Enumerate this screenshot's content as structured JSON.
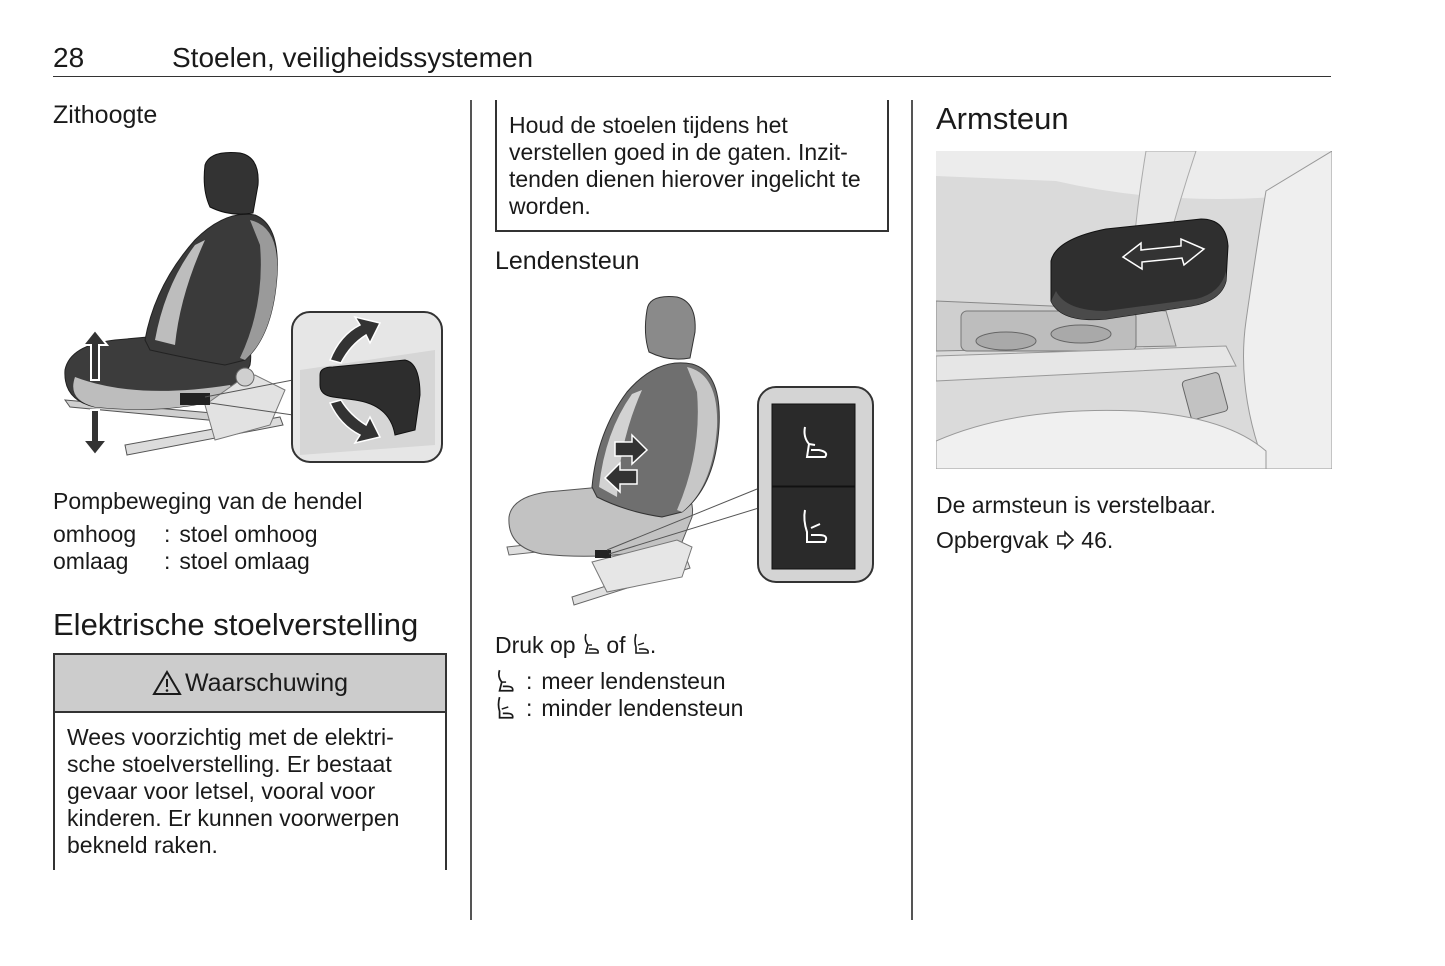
{
  "header": {
    "page_number": "28",
    "chapter_title": "Stoelen, veiligheidssystemen"
  },
  "column1": {
    "section_heading": "Zithoogte",
    "figure_alt": "Seat height adjustment lever with up/down arrows",
    "caption": "Pompbeweging van de hendel",
    "actions": [
      {
        "key": "omhoog",
        "sep": ":",
        "value": "stoel omhoog"
      },
      {
        "key": "omlaag",
        "sep": ":",
        "value": "stoel omlaag"
      }
    ],
    "subsection_title": "Elektrische stoelverstelling",
    "warning": {
      "icon": "warning-triangle-icon",
      "title": "Waarschuwing",
      "lines": [
        "Wees voorzichtig met de elektri-",
        "sche stoelverstelling. Er bestaat",
        "gevaar voor letsel, vooral voor",
        "kinderen. Er kunnen voorwerpen",
        "bekneld raken."
      ]
    }
  },
  "column2": {
    "note_lines": [
      "Houd de stoelen tijdens het",
      "verstellen goed in de gaten. Inzit-",
      "tenden dienen hierover ingelicht te",
      "worden."
    ],
    "section_heading": "Lendensteun",
    "figure_alt": "Seat with lumbar support switch detail",
    "instruction_prefix": "Druk op",
    "instruction_mid": "of",
    "instruction_suffix": ".",
    "actions": [
      {
        "icon": "lumbar-more-icon",
        "sep": ":",
        "value": "meer lendensteun"
      },
      {
        "icon": "lumbar-less-icon",
        "sep": ":",
        "value": "minder lendensteun"
      }
    ]
  },
  "column3": {
    "section_title": "Armsteun",
    "figure_alt": "Center armrest with sliding arrow",
    "text": "De armsteun is verstelbaar.",
    "xref_label": "Opbergvak",
    "xref_icon": "page-reference-arrow-icon",
    "xref_page": "46."
  },
  "colors": {
    "text": "#1a1a1a",
    "rule": "#333333",
    "warning_header_bg": "#cccccc",
    "switch_panel": "#2a2a2a"
  }
}
